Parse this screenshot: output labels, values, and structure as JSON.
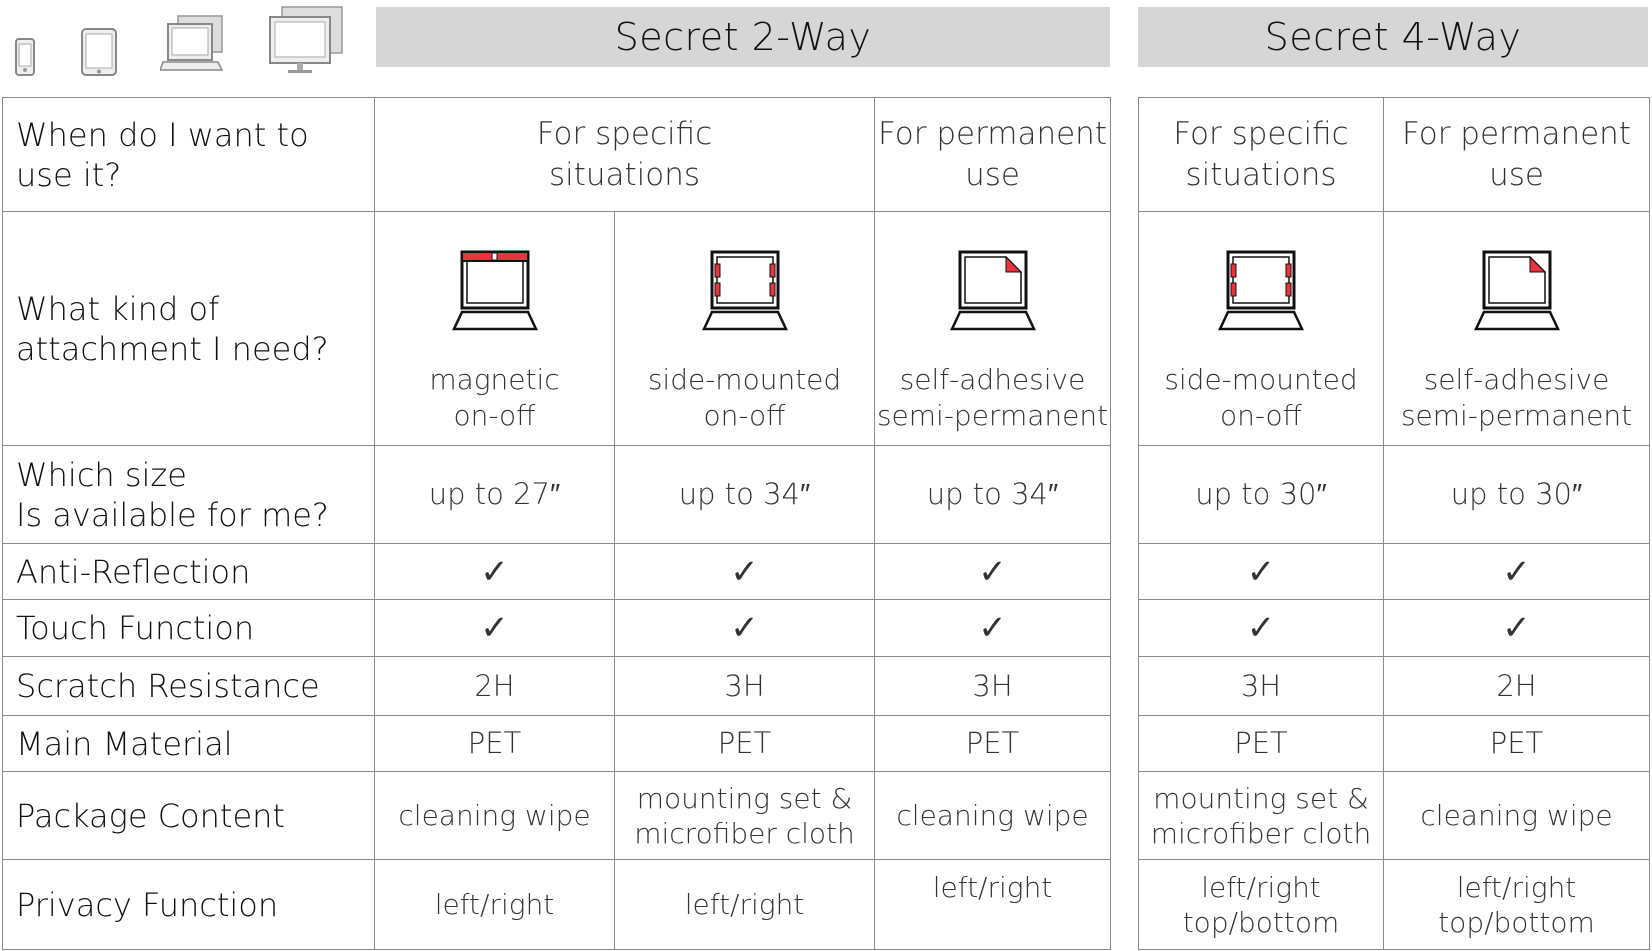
{
  "devices": [
    "phone-icon",
    "tablet-icon",
    "laptop-icon",
    "monitor-icon"
  ],
  "groups": {
    "two_way": "Secret 2-Way",
    "four_way": "Secret 4-Way"
  },
  "rows": {
    "usage": "When do I want to use it?",
    "attachment": [
      "What kind of",
      "attachment I need?"
    ],
    "size": [
      "Which size",
      "Is available for me?"
    ],
    "anti_reflection": "Anti-Reflection",
    "touch": "Touch Function",
    "scratch": "Scratch Resistance",
    "material": "Main Material",
    "package": "Package Content",
    "privacy": "Privacy Function"
  },
  "usage": {
    "specific": [
      "For specific",
      "situations"
    ],
    "permanent": [
      "For permanent",
      "use"
    ]
  },
  "columns": [
    {
      "group": "two_way",
      "attachment_icon": "magnetic-laptop-icon",
      "attachment": [
        "magnetic",
        "on-off"
      ],
      "size": "up to 27″",
      "anti_reflection": "✓",
      "touch": "✓",
      "scratch": "2H",
      "material": "PET",
      "package": [
        "cleaning wipe"
      ],
      "privacy": [
        "left/right"
      ]
    },
    {
      "group": "two_way",
      "attachment_icon": "side-mounted-laptop-icon",
      "attachment": [
        "side-mounted",
        "on-off"
      ],
      "size": "up to 34″",
      "anti_reflection": "✓",
      "touch": "✓",
      "scratch": "3H",
      "material": "PET",
      "package": [
        "mounting set &",
        "microfiber cloth"
      ],
      "privacy": [
        "left/right"
      ]
    },
    {
      "group": "two_way",
      "attachment_icon": "self-adhesive-laptop-icon",
      "attachment": [
        "self-adhesive",
        "semi-permanent"
      ],
      "size": "up to 34″",
      "anti_reflection": "✓",
      "touch": "✓",
      "scratch": "3H",
      "material": "PET",
      "package": [
        "cleaning wipe"
      ],
      "privacy": [
        "left/right"
      ]
    },
    {
      "group": "four_way",
      "attachment_icon": "side-mounted-laptop-icon",
      "attachment": [
        "side-mounted",
        "on-off"
      ],
      "size": "up to 30″",
      "anti_reflection": "✓",
      "touch": "✓",
      "scratch": "3H",
      "material": "PET",
      "package": [
        "mounting set &",
        "microfiber cloth"
      ],
      "privacy": [
        "left/right",
        "top/bottom"
      ]
    },
    {
      "group": "four_way",
      "attachment_icon": "self-adhesive-laptop-icon",
      "attachment": [
        "self-adhesive",
        "semi-permanent"
      ],
      "size": "up to 30″",
      "anti_reflection": "✓",
      "touch": "✓",
      "scratch": "2H",
      "material": "PET",
      "package": [
        "cleaning wipe"
      ],
      "privacy": [
        "left/right",
        "top/bottom"
      ]
    }
  ],
  "colors": {
    "header_bg": "#d6d6d6",
    "border": "#8a8a8a",
    "accent_red": "#e8343a"
  }
}
